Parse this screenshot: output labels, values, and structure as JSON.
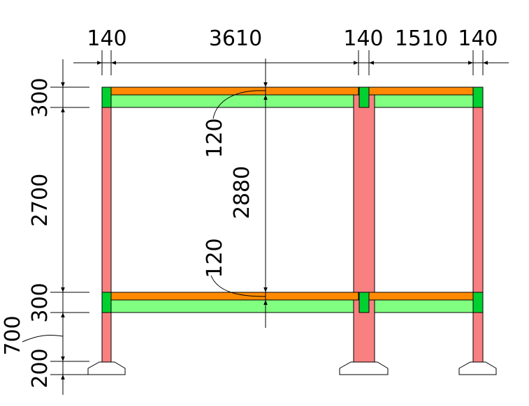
{
  "colors": {
    "column": "#f88080",
    "beam_top": "#ff8a00",
    "beam_body": "#80ff80",
    "joint": "#00d030",
    "foot": "#ffffff",
    "line": "#000000"
  },
  "dimensions": {
    "horizontal": [
      "140",
      "3610",
      "140",
      "1510",
      "140"
    ],
    "left_vertical": [
      "300",
      "2700",
      "300",
      "200",
      "200"
    ],
    "left_slanted": "700",
    "inner_vertical": {
      "top": "120",
      "middle": "2880",
      "bottom": "120"
    }
  }
}
